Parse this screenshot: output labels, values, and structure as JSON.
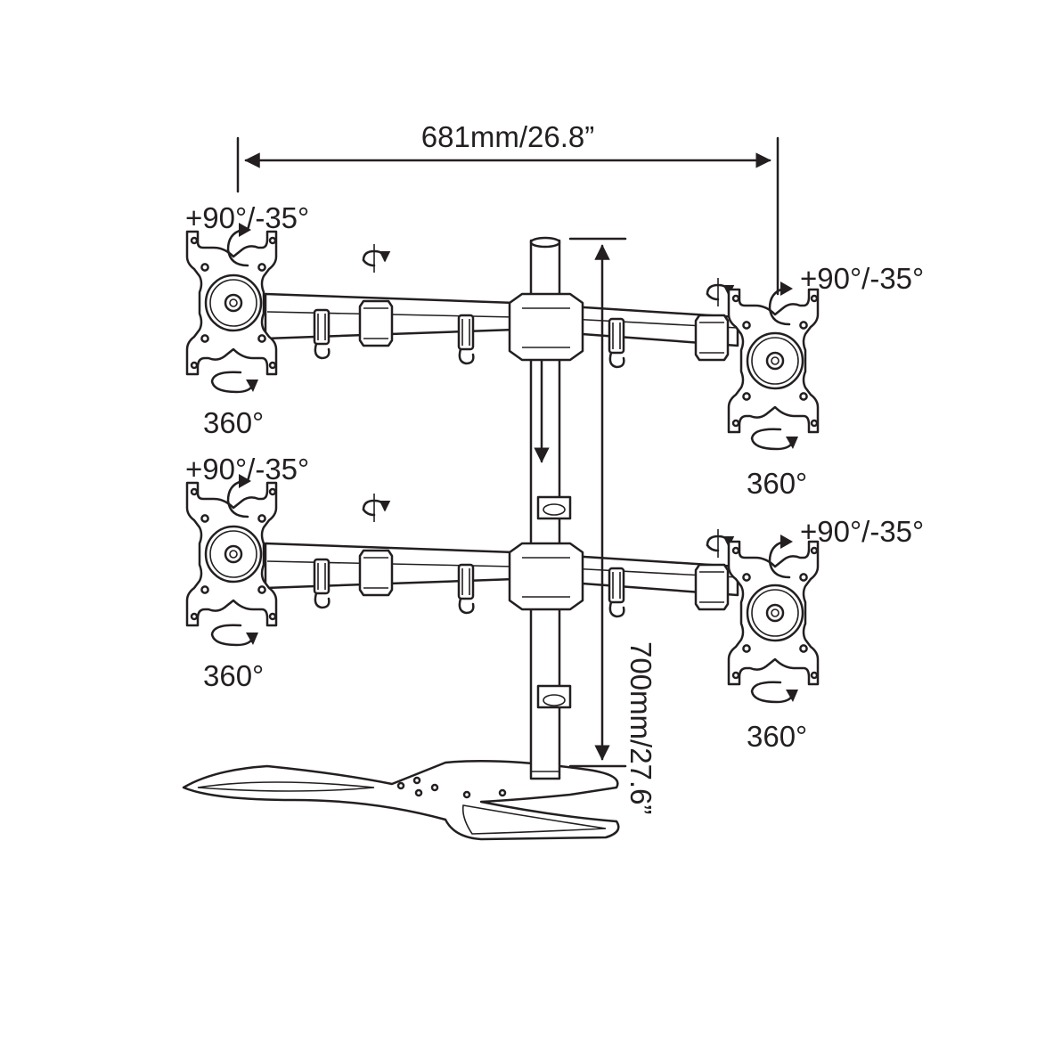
{
  "dimensions": {
    "width_label": "681mm/26.8”",
    "height_label": "700mm/27.6”"
  },
  "heads": [
    {
      "position": "top-left",
      "tilt_label": "+90°/-35°",
      "rotation_label": "360°"
    },
    {
      "position": "top-right",
      "tilt_label": "+90°/-35°",
      "rotation_label": "360°"
    },
    {
      "position": "bottom-left",
      "tilt_label": "+90°/-35°",
      "rotation_label": "360°"
    },
    {
      "position": "bottom-right",
      "tilt_label": "+90°/-35°",
      "rotation_label": "360°"
    }
  ],
  "colors": {
    "line": "#231f20",
    "background": "#ffffff"
  }
}
